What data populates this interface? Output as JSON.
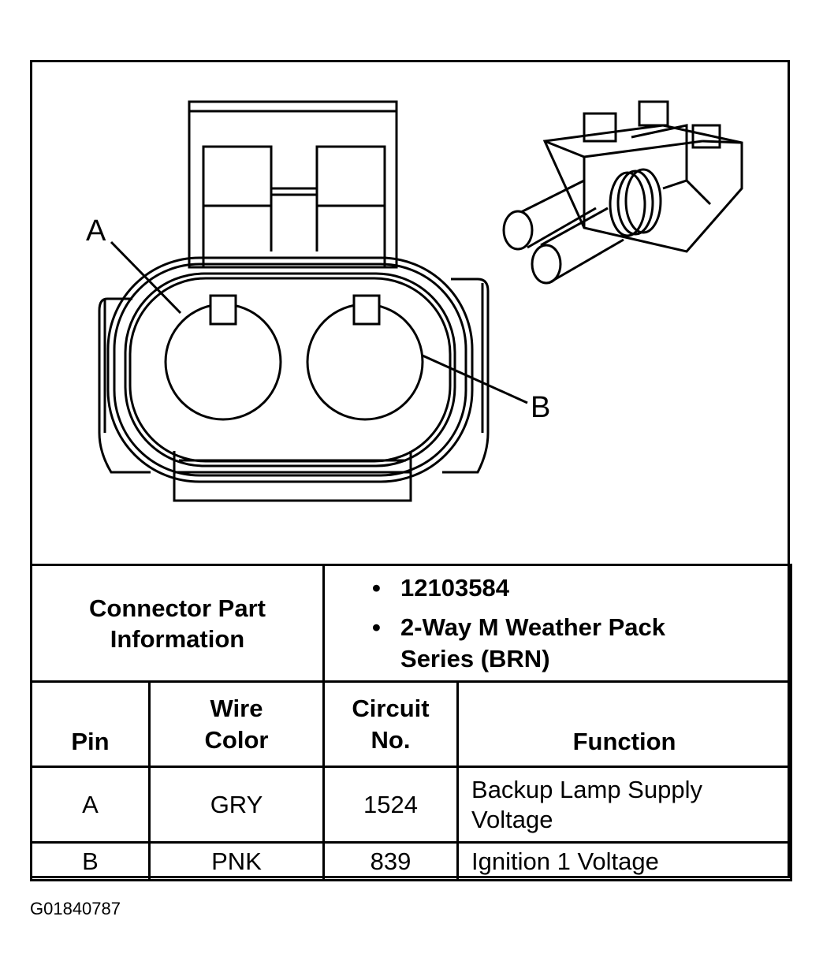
{
  "diagram": {
    "callout_a": "A",
    "callout_b": "B"
  },
  "connector_info": {
    "label_line1": "Connector Part",
    "label_line2": "Information",
    "bullet": "•",
    "part_number": "12103584",
    "description_line1": "2-Way M Weather Pack",
    "description_line2": "Series (BRN)"
  },
  "table": {
    "headers": {
      "pin": "Pin",
      "wire_color_line1": "Wire",
      "wire_color_line2": "Color",
      "circuit_line1": "Circuit",
      "circuit_line2": "No.",
      "function": "Function"
    },
    "rows": [
      {
        "pin": "A",
        "wire_color": "GRY",
        "circuit": "1524",
        "function_line1": "Backup Lamp Supply",
        "function_line2": "Voltage"
      },
      {
        "pin": "B",
        "wire_color": "PNK",
        "circuit": "839",
        "function_line1": "Ignition 1 Voltage",
        "function_line2": ""
      }
    ]
  },
  "figure_id": "G01840787"
}
